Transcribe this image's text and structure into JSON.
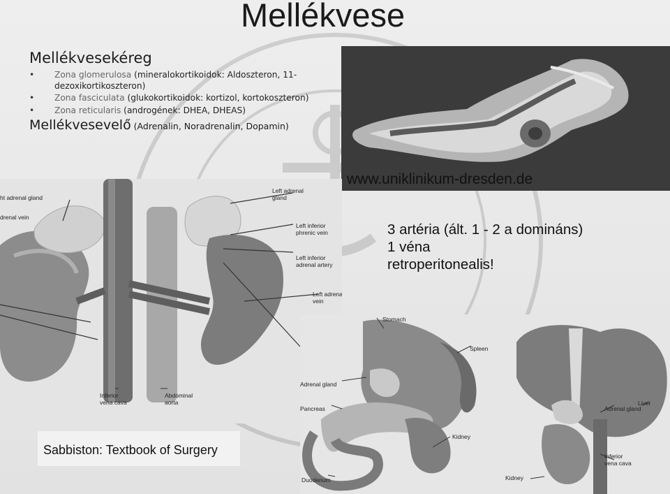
{
  "slide": {
    "title": "Mellékvese"
  },
  "cortex": {
    "heading": "Mellékvesekéreg",
    "bullets": [
      {
        "zone": "Zona glomerulosa",
        "rest": " (mineralokortikoidok: Aldoszteron, 11-dezoxikortikoszteron)"
      },
      {
        "zone": "Zona fasciculata",
        "rest": "  (glukokortikoidok: kortizol, kortokoszteron)"
      },
      {
        "zone": "Zona reticularis",
        "rest": " (androgének: DHEA, DHEAS)"
      }
    ]
  },
  "medulla": {
    "heading": "Mellékvesevelő",
    "note": " (Adrenalin, Noradrenalin, Dopamin)"
  },
  "photo": {
    "caption": "www.uniklinikum-dresden.de"
  },
  "facts": {
    "lines": [
      "3 artéria (ált. 1 - 2 a domináns)",
      "1 véna",
      "retroperitonealis!"
    ]
  },
  "figure_vessels": {
    "labels": {
      "right_gland": "ht adrenal gland",
      "right_vein": "drenal vein",
      "left_gland": "Left adrenal\ngland",
      "phrenic": "Left inferior\nphrenic vein",
      "artery": "Left inferior\nadrenal artery",
      "left_vein": "Left adrenal\nvein",
      "ivc": "Inferior\nvena cava",
      "aorta": "Abdominal\naorta"
    }
  },
  "figure_left_side": {
    "labels": {
      "stomach": "Stomach",
      "spleen": "Spleen",
      "adrenal": "Adrenal gland",
      "pancreas": "Pancreas",
      "kidney": "Kidney",
      "duodenum": "Duodenum"
    }
  },
  "figure_right_side": {
    "labels": {
      "liver": "Liver",
      "adrenal": "Adrenal gland",
      "ivc": "Inferior\nvena cava",
      "kidney": "Kidney"
    }
  },
  "citation": "Sabbiston: Textbook of Surgery"
}
